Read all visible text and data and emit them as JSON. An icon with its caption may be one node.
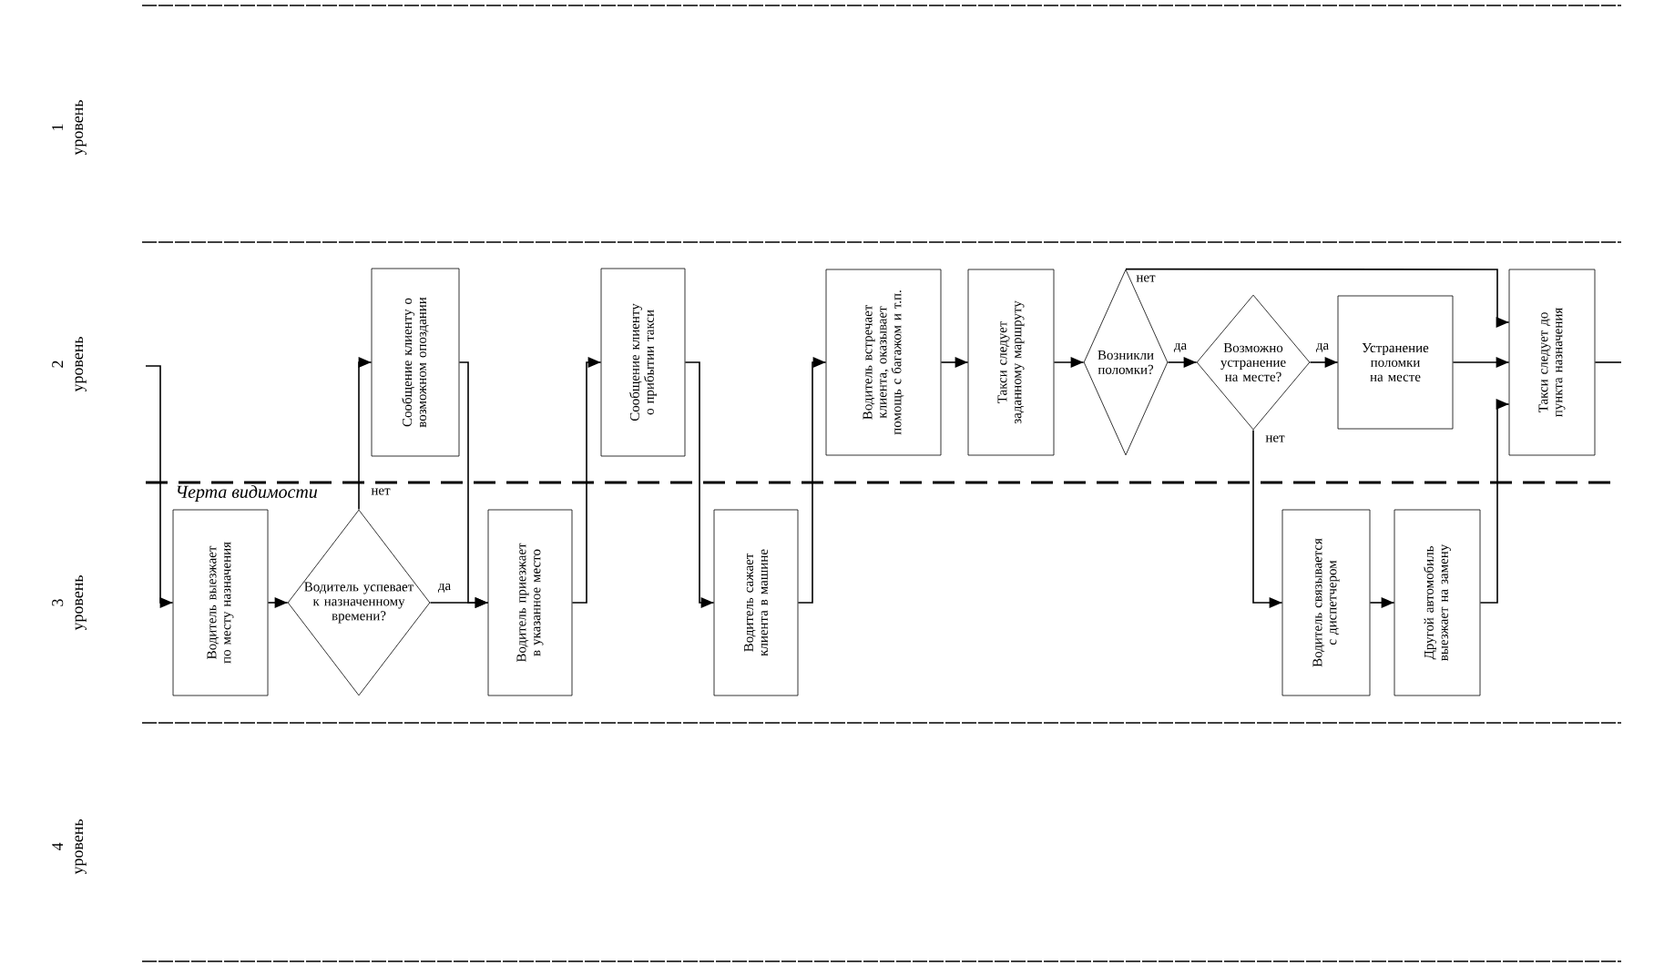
{
  "diagram": {
    "nodes": [
      {
        "text": [
          "Водитель выезжает по месту назначения"
        ]
      },
      {
        "text": [
          "Водитель успевает к назначенному времени?"
        ]
      },
      {
        "text": [
          "Сообщение клиенту о возможном опоздании"
        ]
      },
      {
        "text": [
          "Водитель приезжает в указанное место"
        ]
      },
      {
        "text": [
          "Сообщение клиенту о прибытии такси"
        ]
      },
      {
        "text": [
          "Водитель сажает клиента в машине"
        ]
      },
      {
        "text": [
          "Водитель встречает клиента, оказывает помощь с багажом и т.п."
        ]
      },
      {
        "text": [
          "Такси следует заданному маршруту"
        ]
      },
      {
        "text": [
          "Возникли поломки?"
        ]
      },
      {
        "text": [
          "Возможно устранение на месте?"
        ]
      },
      {
        "text": [
          "Устранение поломки на месте"
        ]
      },
      {
        "text": [
          "Такси следует до пункта назначения"
        ]
      },
      {
        "text": [
          "Водитель связывается с диспетчером"
        ]
      },
      {
        "text": [
          "Другой автомобиль выезжает на замену"
        ]
      }
    ],
    "edges": [
      {
        "from": null,
        "to": 0,
        "arrow": "to"
      },
      {
        "from": 0,
        "to": 1,
        "arrow": "to"
      },
      {
        "from": 1,
        "to": 2,
        "arrow": "to",
        "label": "нет"
      },
      {
        "from": 1,
        "to": 3,
        "arrow": "to",
        "label": "да"
      },
      {
        "from": 2,
        "to": 3,
        "arrow": "to"
      },
      {
        "from": 3,
        "to": 4,
        "arrow": "to"
      },
      {
        "from": 4,
        "to": 5,
        "arrow": "to"
      },
      {
        "from": 5,
        "to": 6,
        "arrow": "to"
      },
      {
        "from": 6,
        "to": 7,
        "arrow": "to"
      },
      {
        "from": 7,
        "to": 8,
        "arrow": "to"
      },
      {
        "from": 8,
        "to": 9,
        "arrow": "to",
        "label": "да"
      },
      {
        "from": 9,
        "to": 10,
        "arrow": "to",
        "label": "да"
      },
      {
        "from": 10,
        "to": 11,
        "arrow": "to"
      },
      {
        "from": 8,
        "to": 11,
        "arrow": "to",
        "label": "нет"
      },
      {
        "from": 9,
        "to": 12,
        "arrow": "to",
        "label": "нет"
      },
      {
        "from": 12,
        "to": 13,
        "arrow": "to"
      },
      {
        "from": 13,
        "to": 11,
        "arrow": "to"
      },
      {
        "from": 11,
        "to": null,
        "arrow": "none"
      }
    ],
    "labels": [
      "1 уровень",
      "2 уровень",
      "3 уровень",
      "4 уровень",
      "Черта видимости"
    ]
  }
}
